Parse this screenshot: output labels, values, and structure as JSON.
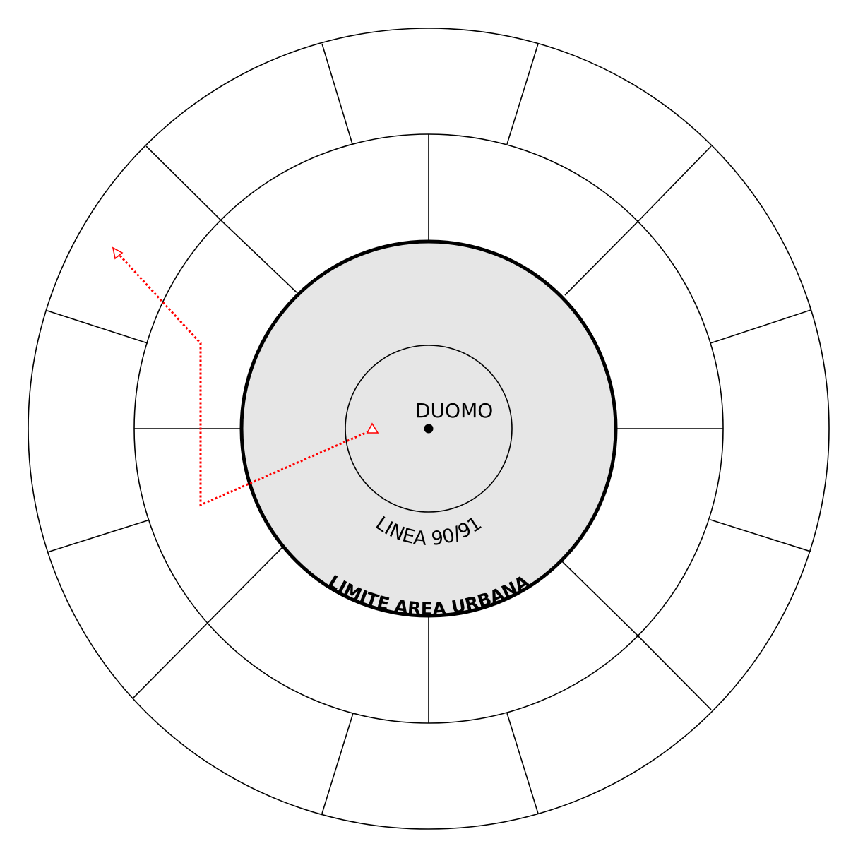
{
  "diagram": {
    "center_label": "DUOMO",
    "line_label": "LINEA 90/91",
    "urban_limit_label": "LIMITE AREA URBANA",
    "colors": {
      "urban_fill": "#e6e6e6",
      "outline": "#000000",
      "route": "#ff0000",
      "background": "#ffffff"
    },
    "icons": {
      "center": "filled-dot",
      "route_endpoints": "open-triangle-marker"
    }
  }
}
